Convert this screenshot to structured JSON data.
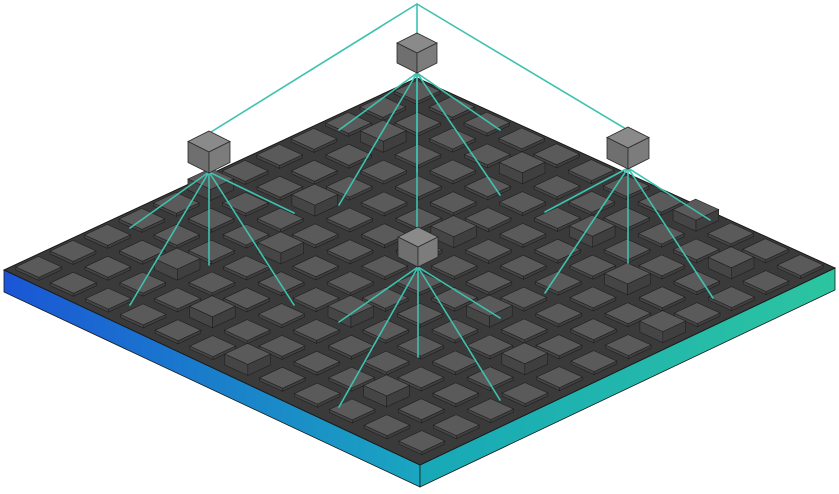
{
  "colors": {
    "background": "#ffffff",
    "board_top": "#3a3a3a",
    "board_outline": "#1a1a1a",
    "side_left_start": "#1a56d6",
    "side_left_end": "#1aa6c0",
    "side_right_start": "#17a8b8",
    "side_right_end": "#2cc5a0",
    "chip_top": "#5a5a5a",
    "chip_left": "#454545",
    "chip_right": "#3f3f3f",
    "chip_edge": "#1f1f1f",
    "hub_top": "#8a8a8a",
    "hub_left": "#6f6f6f",
    "hub_right": "#7c7c7c",
    "hub_edge": "#2a2a2a",
    "link": "#3ec2b0"
  },
  "icons": {
    "board": "circuit-board",
    "chip": "node-cube",
    "hub": "hub-cube"
  }
}
